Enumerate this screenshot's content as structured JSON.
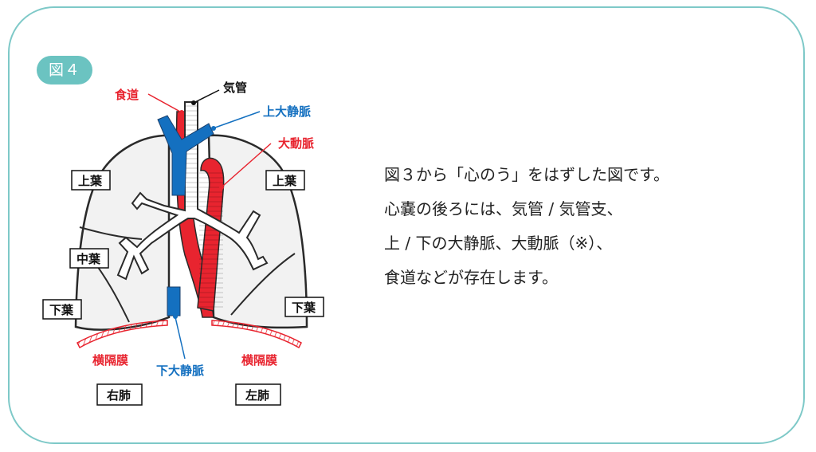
{
  "figure_label": "図４",
  "labels": {
    "esophagus": "食道",
    "trachea": "気管",
    "svc": "上大静脈",
    "aorta": "大動脈",
    "ivc": "下大静脈",
    "diaphragm_left": "横隔膜",
    "diaphragm_right": "横隔膜",
    "upper_lobe_right": "上葉",
    "upper_lobe_left": "上葉",
    "middle_lobe": "中葉",
    "lower_lobe_right": "下葉",
    "lower_lobe_left": "下葉",
    "right_lung": "右肺",
    "left_lung": "左肺"
  },
  "description": [
    "図３から「心のう」をはずした図です。",
    "心嚢の後ろには、気管 / 気管支、",
    "上 / 下の大静脈、大動脈（※）、",
    "食道などが存在します。"
  ],
  "colors": {
    "frame": "#7ec9c8",
    "badge": "#6bc3c1",
    "red": "#e8242f",
    "blue": "#1470c0",
    "lung_fill": "#f2f2f2"
  }
}
